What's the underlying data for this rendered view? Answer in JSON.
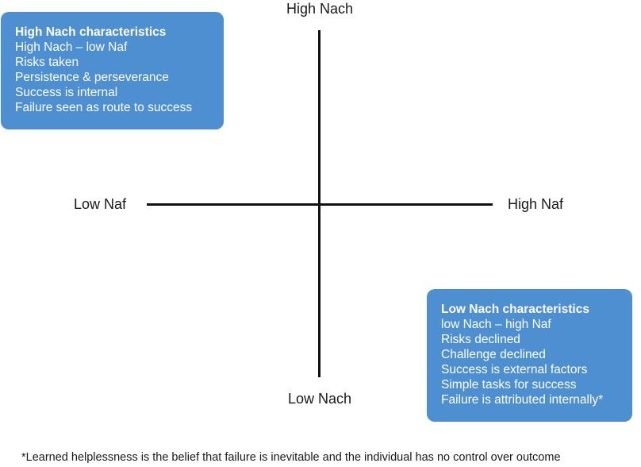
{
  "axes": {
    "top": "High Nach",
    "bottom": "Low Nach",
    "left": "Low Naf",
    "right": "High Naf"
  },
  "high_nach_box": {
    "title": "High Nach characteristics",
    "items": [
      "High Nach – low Naf",
      "Risks taken",
      "Persistence & perseverance",
      "Success is internal",
      "Failure seen as route to success"
    ],
    "color": "#4e8fd1"
  },
  "low_nach_box": {
    "title": "Low Nach characteristics",
    "items": [
      "low Nach – high Naf",
      "Risks declined",
      "Challenge declined",
      "Success is external factors",
      "Simple tasks for success",
      "Failure is attributed internally*"
    ],
    "color": "#4e8fd1"
  },
  "footnote": "*Learned helplessness is the belief that failure is inevitable and the individual has no control over outcome"
}
